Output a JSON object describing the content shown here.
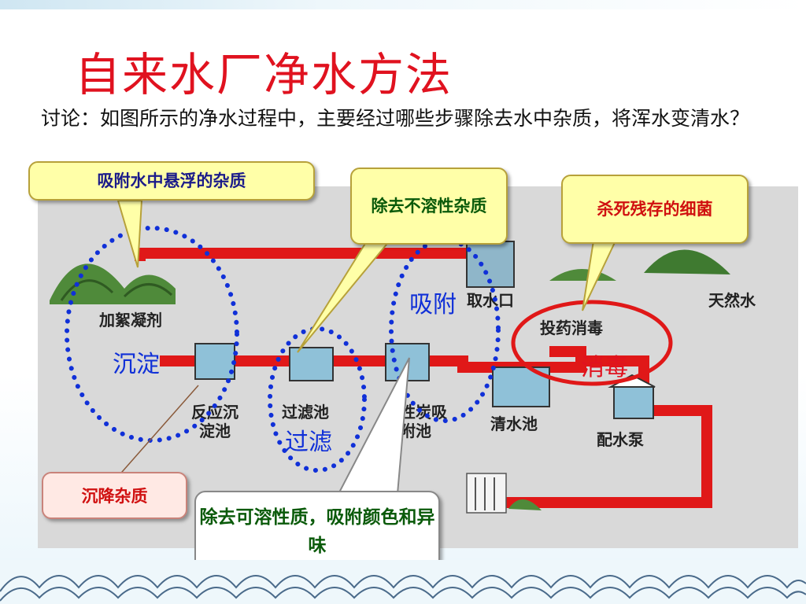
{
  "slide": {
    "title": "自来水厂净水方法",
    "question": "讨论：如图所示的净水过程中，主要经过哪些步骤除去水中杂质，将浑水变清水？"
  },
  "diagram": {
    "labels": {
      "coagulant": "加絮凝剂",
      "reaction_tank": "反应沉淀池",
      "filter_tank": "过滤池",
      "carbon_tank": "活性炭吸附池",
      "intake": "取水口",
      "natural_water": "天然水",
      "dosing": "投药消毒",
      "clear_tank": "清水池",
      "pump": "配水泵"
    },
    "annotations": {
      "sediment": "沉淀",
      "filter": "过滤",
      "adsorb": "吸附",
      "disinfect": "消毒"
    }
  },
  "callouts": {
    "adsorb_suspended": "吸附水中悬浮的杂质",
    "remove_insoluble": "除去不溶性杂质",
    "kill_bacteria": "杀死残存的细菌",
    "settle_impurities": "沉降杂质",
    "remove_soluble": "除去可溶性质，吸附颜色和异味"
  },
  "colors": {
    "title": "#e0121f",
    "pipe": "#e01818",
    "dotted_circle": "#1030d8",
    "callout_yellow": "#ffffa8",
    "callout_text_green": "#0a5a0a",
    "callout_text_red": "#d01010"
  }
}
